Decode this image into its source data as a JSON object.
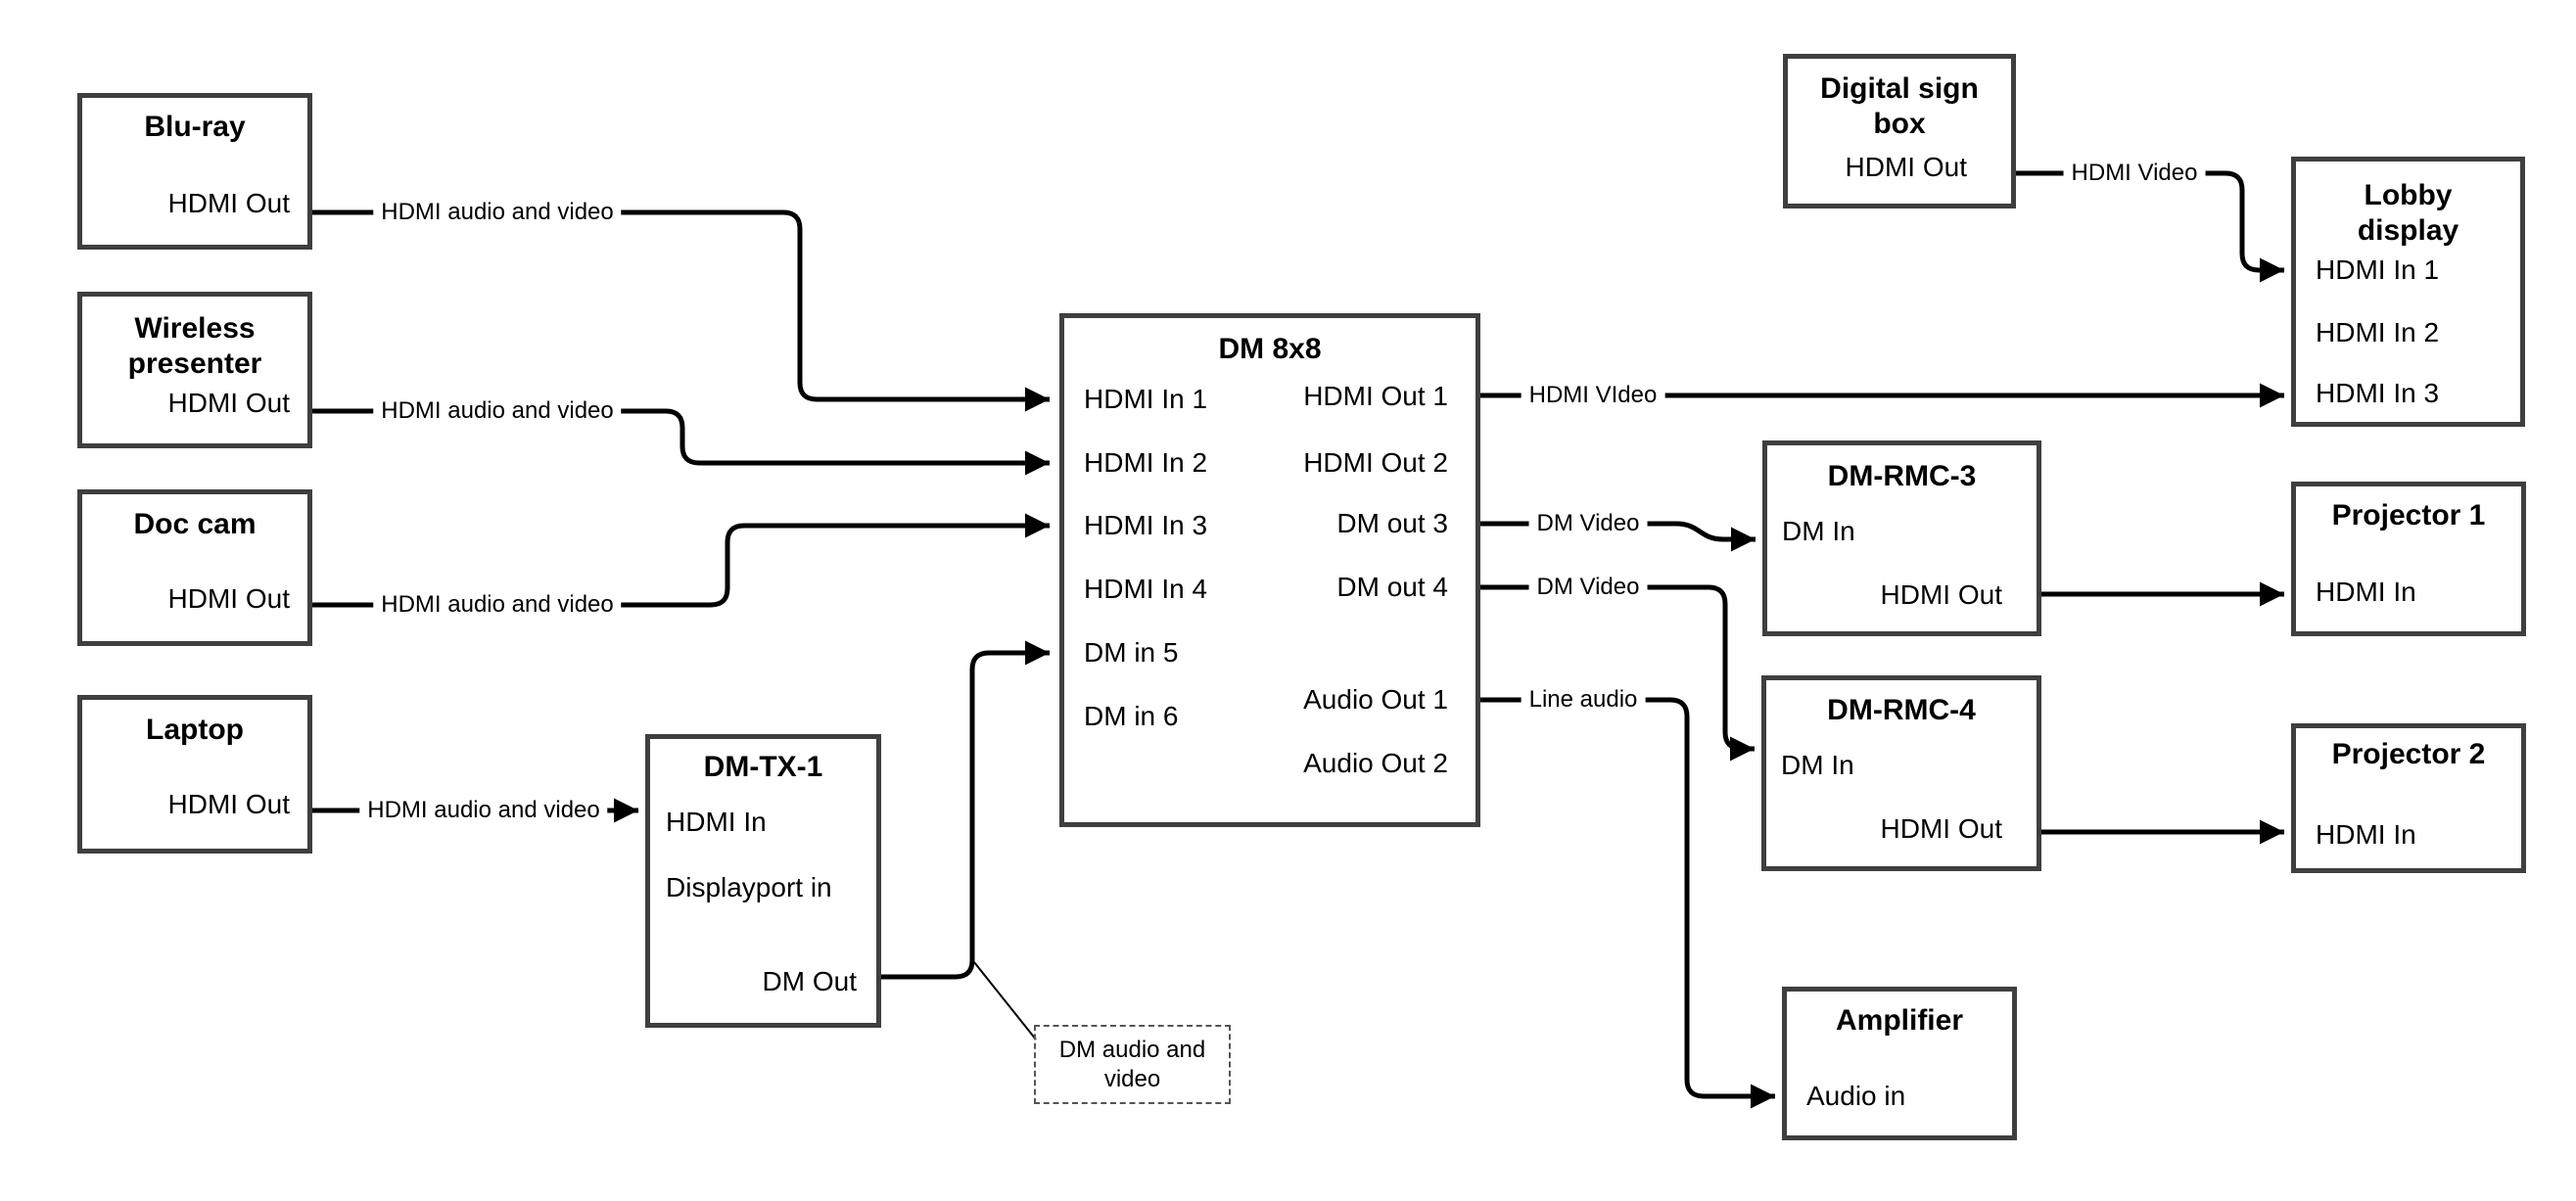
{
  "canvas": {
    "background": "#ffffff",
    "line_color": "#000000",
    "box_border_color": "#3f3f3f"
  },
  "nodes": {
    "bluray": {
      "title": "Blu-ray",
      "port": "HDMI Out"
    },
    "wireless": {
      "title": "Wireless presenter",
      "port": "HDMI Out"
    },
    "doccam": {
      "title": "Doc cam",
      "port": "HDMI Out"
    },
    "laptop": {
      "title": "Laptop",
      "port": "HDMI Out"
    },
    "dmtx1": {
      "title": "DM-TX-1",
      "port_hdmi_in": "HDMI In",
      "port_dp_in": "Displayport in",
      "port_dm_out": "DM Out"
    },
    "dm8x8": {
      "title": "DM 8x8",
      "inputs": [
        "HDMI In 1",
        "HDMI In 2",
        "HDMI In 3",
        "HDMI In 4",
        "DM in 5",
        "DM in 6"
      ],
      "outputs": [
        "HDMI Out 1",
        "HDMI Out 2",
        "DM out 3",
        "DM out 4",
        "Audio Out 1",
        "Audio Out 2"
      ]
    },
    "digitalsign": {
      "title": "Digital sign box",
      "port": "HDMI Out"
    },
    "lobby": {
      "title": "Lobby display",
      "inputs": [
        "HDMI In 1",
        "HDMI In 2",
        "HDMI In 3"
      ]
    },
    "dmrmc3": {
      "title": "DM-RMC-3",
      "port_in": "DM In",
      "port_out": "HDMI Out"
    },
    "dmrmc4": {
      "title": "DM-RMC-4",
      "port_in": "DM In",
      "port_out": "HDMI Out"
    },
    "projector1": {
      "title": "Projector 1",
      "port": "HDMI In"
    },
    "projector2": {
      "title": "Projector 2",
      "port": "HDMI In"
    },
    "amplifier": {
      "title": "Amplifier",
      "port": "Audio in"
    },
    "note": {
      "text": "DM audio and video"
    }
  },
  "edge_labels": {
    "av1": "HDMI audio and video",
    "av2": "HDMI audio and video",
    "av3": "HDMI audio and video",
    "av4": "HDMI audio and video",
    "sign_video": "HDMI Video",
    "out1_video": "HDMI VIdeo",
    "dm_video_3": "DM Video",
    "dm_video_4": "DM Video",
    "line_audio": "Line audio"
  }
}
